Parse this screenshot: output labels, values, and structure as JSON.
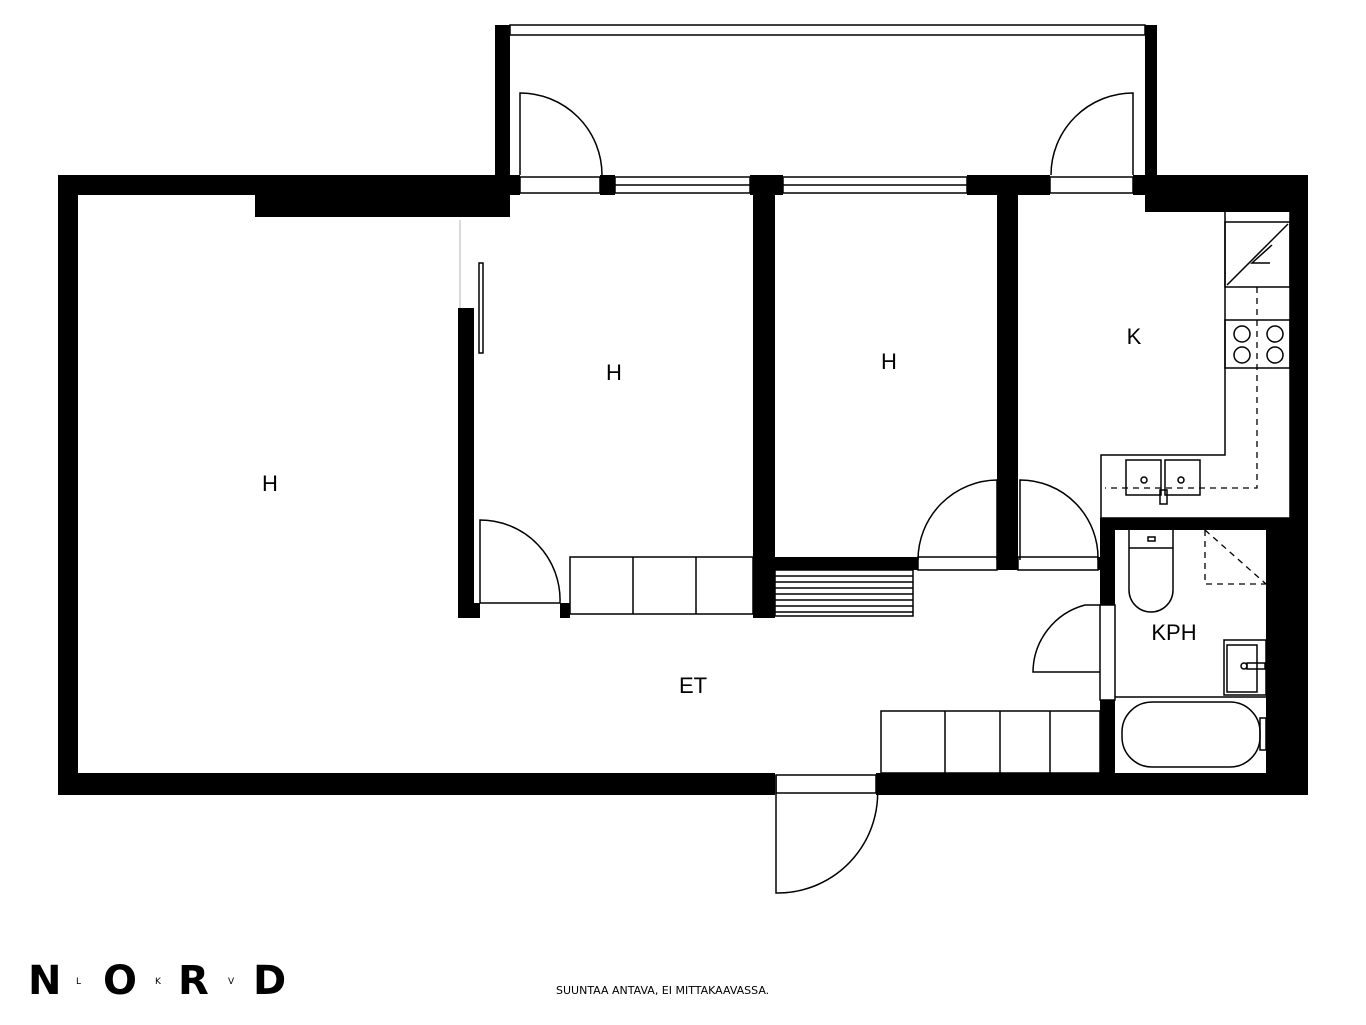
{
  "rooms": {
    "living": "H",
    "bedroom1": "H",
    "bedroom2": "H",
    "kitchen": "K",
    "bathroom": "KPH",
    "hall": "ET"
  },
  "logo": {
    "letters": [
      "N",
      "L",
      "O",
      "K",
      "R",
      "V",
      "D"
    ]
  },
  "footer_note": "SUUNTAA ANTAVA, EI MITTAKAAVASSA."
}
